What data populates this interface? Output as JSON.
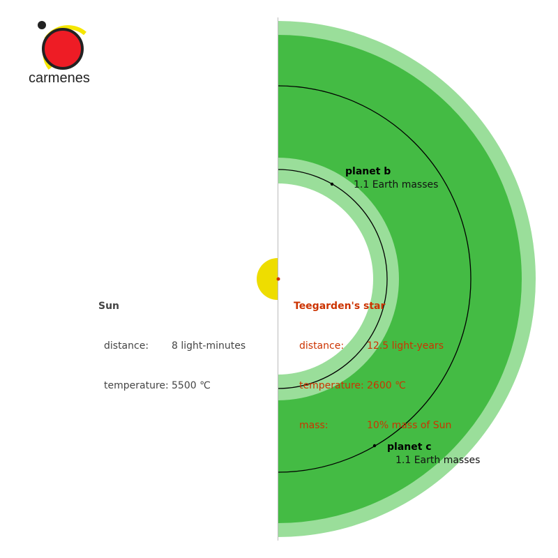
{
  "logo": {
    "text": "carmenes"
  },
  "sun": {
    "name": "Sun",
    "rows": [
      {
        "label": "distance:",
        "value": "8 light-minutes"
      },
      {
        "label": "temperature:",
        "value": "5500 ℃"
      }
    ]
  },
  "star": {
    "name": "Teegarden's star",
    "rows": [
      {
        "label": "distance:",
        "value": "12.5 light-years"
      },
      {
        "label": "temperature:",
        "value": "2600 ℃"
      },
      {
        "label": "mass:",
        "value": "10% mass of Sun"
      }
    ]
  },
  "planet_b": {
    "name": "planet b",
    "mass": "1.1 Earth masses"
  },
  "planet_c": {
    "name": "planet c",
    "mass": "1.1 Earth masses"
  },
  "colors": {
    "habitable_zone": "#44bb44",
    "zone_margin": "#9ade9a",
    "sun": "#eedd00",
    "star_text": "#cc3300"
  }
}
